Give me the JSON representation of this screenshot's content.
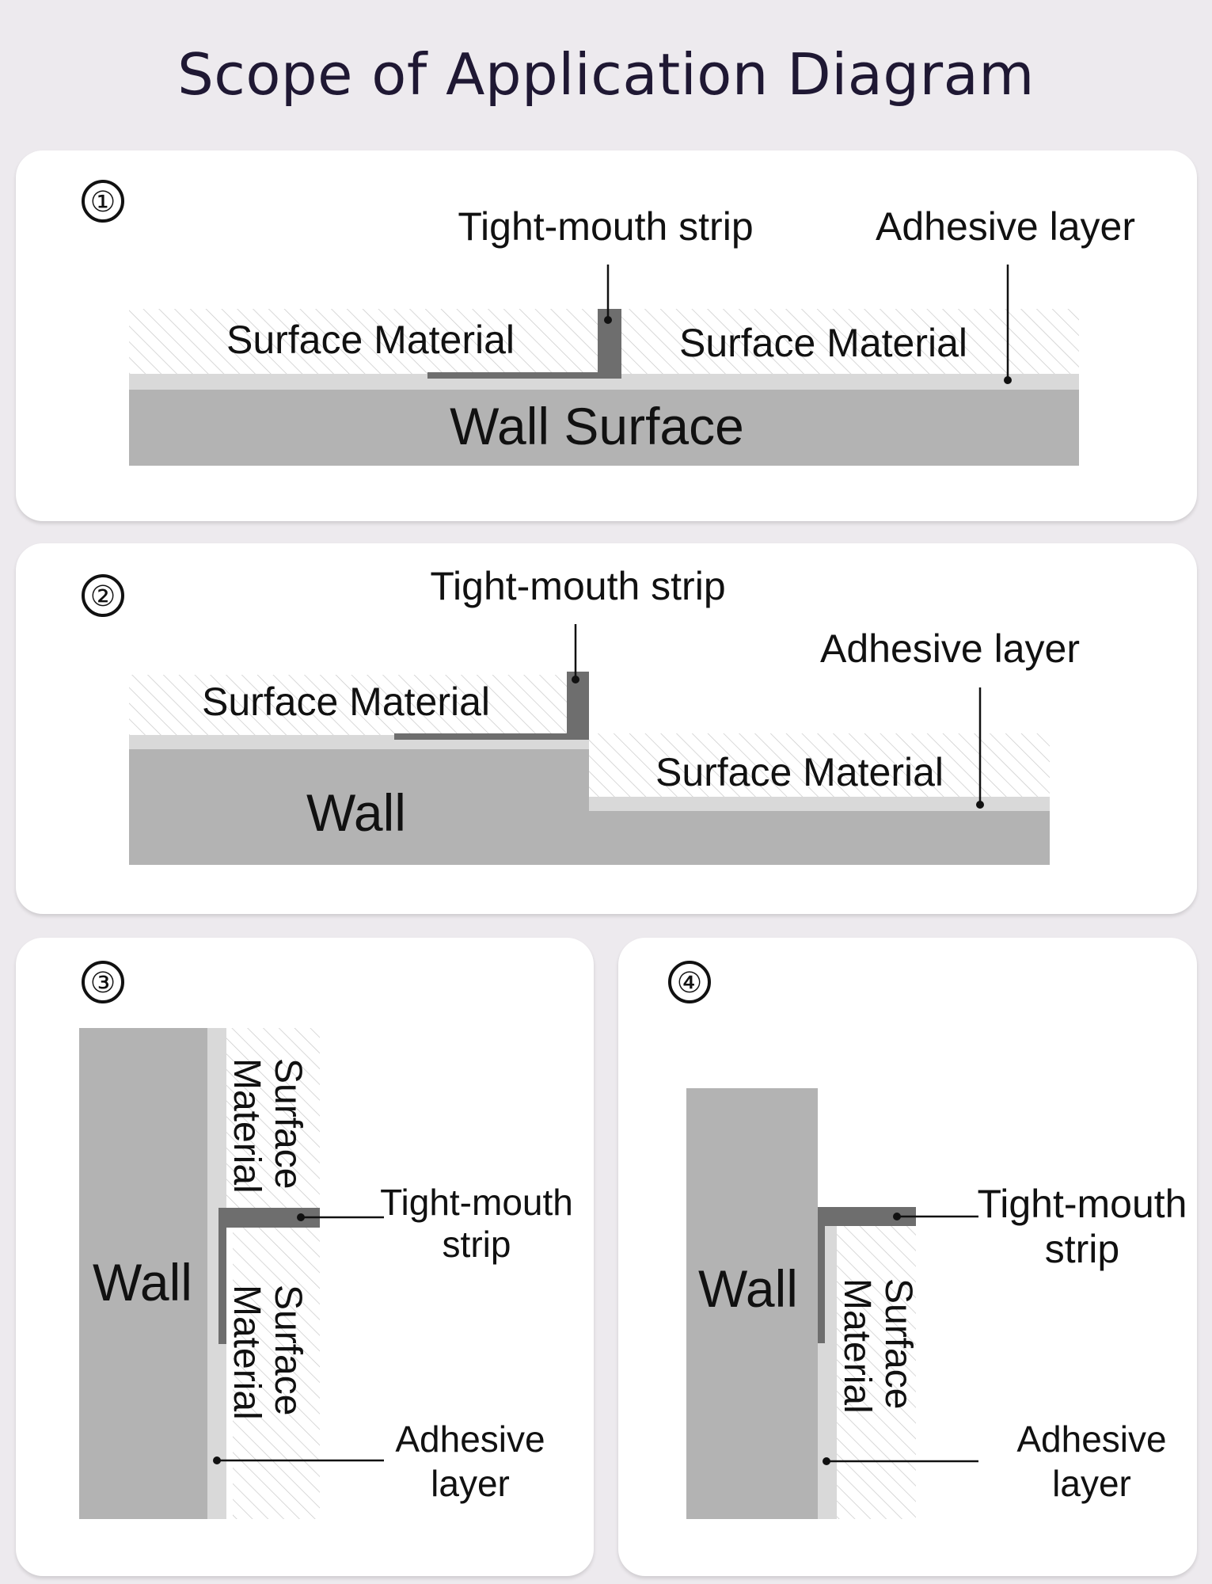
{
  "title": "Scope of Application Diagram",
  "colors": {
    "background": "#edeaee",
    "panel": "#ffffff",
    "wall": "#b3b3b3",
    "adhesive": "#d9d9d9",
    "strip": "#6e6e6e",
    "hatch_line": "#c8c8c8",
    "text": "#111111"
  },
  "panels": [
    {
      "number": "①",
      "labels": {
        "strip": "Tight-mouth strip",
        "adhesive": "Adhesive layer",
        "surface_left": "Surface Material",
        "surface_right": "Surface Material",
        "wall": "Wall Surface"
      }
    },
    {
      "number": "②",
      "labels": {
        "strip": "Tight-mouth strip",
        "adhesive": "Adhesive layer",
        "surface_left": "Surface Material",
        "surface_right": "Surface Material",
        "wall": "Wall"
      }
    },
    {
      "number": "③",
      "labels": {
        "wall": "Wall",
        "surface_top_a": "Surface",
        "surface_top_b": "Material",
        "surface_bottom_a": "Surface",
        "surface_bottom_b": "Material",
        "strip_a": "Tight-mouth",
        "strip_b": "strip",
        "adhesive_a": "Adhesive",
        "adhesive_b": "layer"
      }
    },
    {
      "number": "④",
      "labels": {
        "wall": "Wall",
        "surface_a": "Surface",
        "surface_b": "Material",
        "strip_a": "Tight-mouth",
        "strip_b": "strip",
        "adhesive_a": "Adhesive",
        "adhesive_b": "layer"
      }
    }
  ]
}
